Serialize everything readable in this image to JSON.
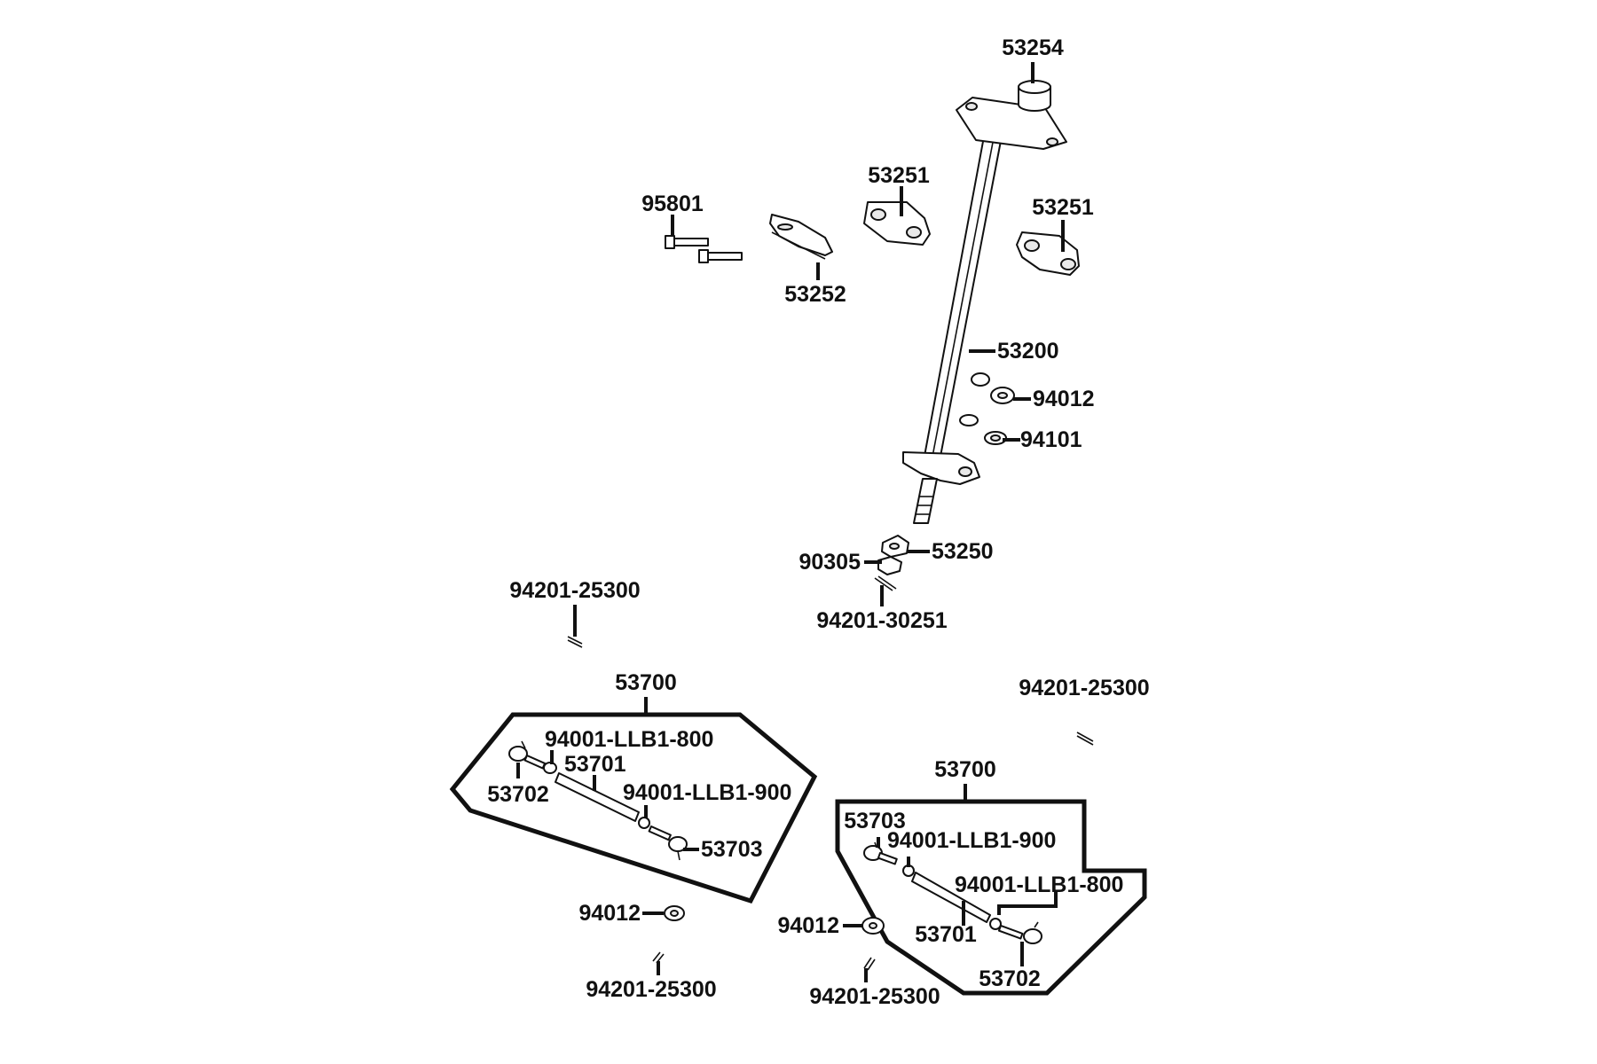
{
  "labels": {
    "p53254": "53254",
    "p53251_center": "53251",
    "p53251_right": "53251",
    "p95801": "95801",
    "p53252": "53252",
    "p53200": "53200",
    "p94012_top": "94012",
    "p94101": "94101",
    "p53250": "53250",
    "p90305": "90305",
    "p94201_30251": "94201-30251",
    "p94201_25300_upper_left": "94201-25300",
    "p94201_25300_upper_right": "94201-25300",
    "left_assembly": {
      "p53700": "53700",
      "p94001_llb1_800": "94001-LLB1-800",
      "p53701": "53701",
      "p53702": "53702",
      "p94001_llb1_900": "94001-LLB1-900",
      "p53703": "53703"
    },
    "right_assembly": {
      "p53700": "53700",
      "p53703": "53703",
      "p94001_llb1_900": "94001-LLB1-900",
      "p94001_llb1_800": "94001-LLB1-800",
      "p53701": "53701",
      "p53702": "53702"
    },
    "p94012_bottom_left": "94012",
    "p94012_bottom_right": "94012",
    "p94201_25300_bottom_left": "94201-25300",
    "p94201_25300_bottom_right": "94201-25300"
  }
}
